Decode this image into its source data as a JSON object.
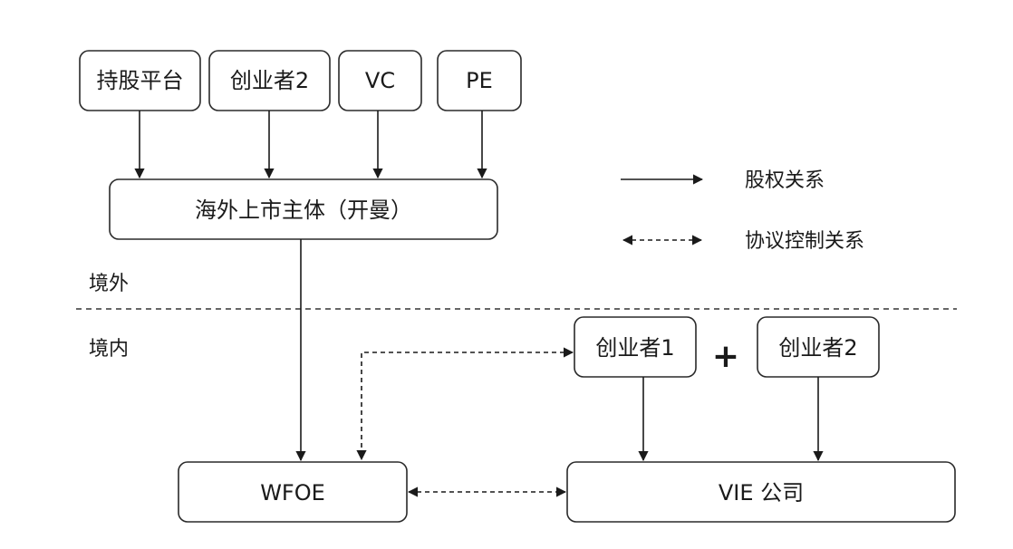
{
  "nodes": {
    "holding_platform": "持股平台",
    "founder2_top": "创业者2",
    "vc": "VC",
    "pe": "PE",
    "offshore_entity": "海外上市主体（开曼）",
    "founder1": "创业者1",
    "founder2_bottom": "创业者2",
    "wfoe": "WFOE",
    "vie_company": "VIE 公司"
  },
  "regions": {
    "offshore": "境外",
    "onshore": "境内"
  },
  "legend": {
    "equity": "股权关系",
    "agreement": "协议控制关系"
  },
  "plus": "+"
}
